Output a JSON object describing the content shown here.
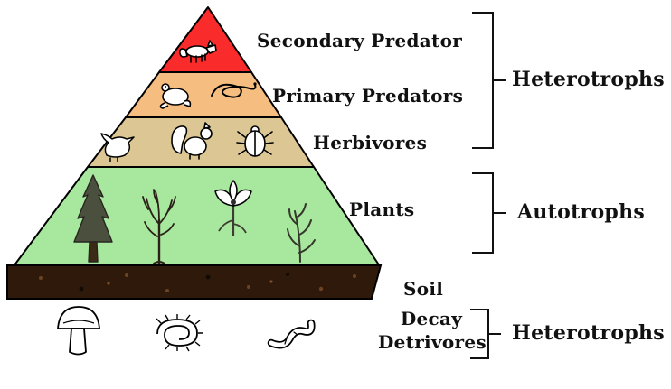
{
  "diagram": {
    "levels": [
      {
        "label": "Secondary Predator",
        "color": "#f92b2b",
        "icons": [
          "fox-icon"
        ]
      },
      {
        "label": "Primary Predators",
        "color": "#f6bd81",
        "icons": [
          "frog-icon",
          "snake-icon"
        ]
      },
      {
        "label": "Herbivores",
        "color": "#dcc794",
        "icons": [
          "bird-icon",
          "squirrel-icon",
          "beetle-icon"
        ]
      },
      {
        "label": "Plants",
        "color": "#a8e89e",
        "icons": [
          "conifer-tree-icon",
          "bare-tree-icon",
          "flower-icon",
          "weed-icon"
        ]
      }
    ],
    "soil": {
      "label": "Soil",
      "color": "#2e190b"
    },
    "decay": {
      "line1": "Decay",
      "line2": "Detrivores",
      "icons": [
        "mushroom-icon",
        "millipede-icon",
        "worm-icon"
      ]
    },
    "groups": {
      "top": {
        "label": "Heterotrophs"
      },
      "middle": {
        "label": "Autotrophs"
      },
      "bottom": {
        "label": "Heterotrophs"
      }
    },
    "outline_color": "#000000"
  }
}
